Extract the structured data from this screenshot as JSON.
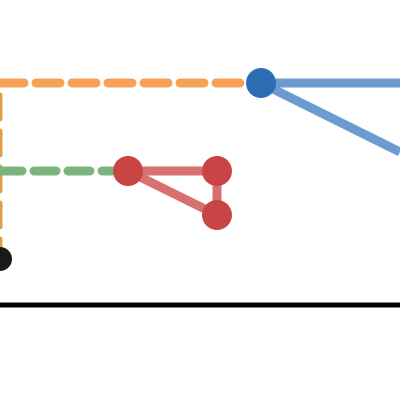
{
  "diagram": {
    "colors": {
      "orange": "#f6a05a",
      "green": "#7cb47f",
      "red": "#c94444",
      "red_light": "#d97070",
      "blue": "#2f6db3",
      "blue_light": "#6b9bd0",
      "black": "#1a1a1a",
      "axis": "#000000"
    },
    "nodes": [
      {
        "name": "blue-node"
      },
      {
        "name": "red-node-1"
      },
      {
        "name": "red-node-2"
      },
      {
        "name": "red-node-3"
      },
      {
        "name": "black-node"
      }
    ],
    "links": [
      {
        "name": "orange-dashed-link",
        "style": "dashed",
        "color": "orange"
      },
      {
        "name": "orange-dashed-vertical-link",
        "style": "dashed",
        "color": "orange"
      },
      {
        "name": "green-dashed-link",
        "style": "dashed",
        "color": "green"
      },
      {
        "name": "red-link-1-2",
        "style": "solid",
        "color": "red_light"
      },
      {
        "name": "red-link-1-3",
        "style": "solid",
        "color": "red_light"
      },
      {
        "name": "red-link-2-3",
        "style": "solid",
        "color": "red_light"
      },
      {
        "name": "blue-link-horizontal",
        "style": "solid",
        "color": "blue_light"
      },
      {
        "name": "blue-link-diagonal",
        "style": "solid",
        "color": "blue_light"
      }
    ]
  }
}
